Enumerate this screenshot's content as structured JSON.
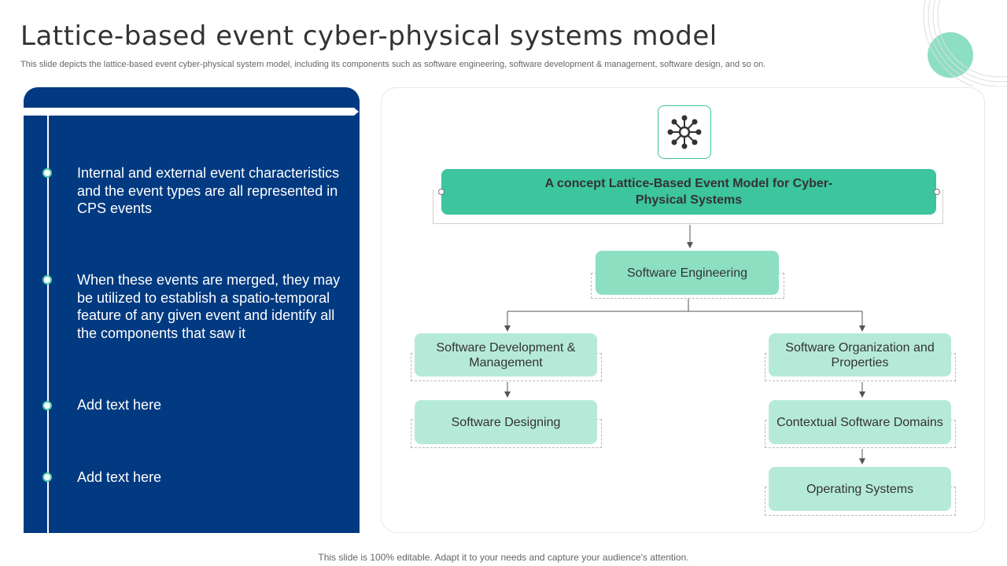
{
  "header": {
    "title": "Lattice-based event cyber-physical systems model",
    "subtitle": "This slide depicts the lattice-based event cyber-physical system model, including its components such as software engineering, software development & management, software design, and so on."
  },
  "left_panel": {
    "bullets": [
      "Internal and external event characteristics and the event types are all represented in CPS events",
      "When these events are merged, they may be utilized to establish a spatio-temporal feature of any given event and identify all the components that saw it",
      "Add text here",
      "Add text here"
    ]
  },
  "diagram": {
    "icon": "network-hub-icon",
    "root": "A concept Lattice-Based Event Model for Cyber-Physical Systems",
    "level1": "Software Engineering",
    "left_branch": [
      "Software Development & Management",
      "Software Designing"
    ],
    "right_branch": [
      "Software Organization and Properties",
      "Contextual Software Domains",
      "Operating Systems"
    ]
  },
  "colors": {
    "navy": "#013a81",
    "green": "#3dc59d",
    "mint": "#8ddfc2",
    "light_mint": "#b6ead8"
  },
  "footer": "This slide is 100% editable. Adapt it to your needs and capture your audience's attention."
}
